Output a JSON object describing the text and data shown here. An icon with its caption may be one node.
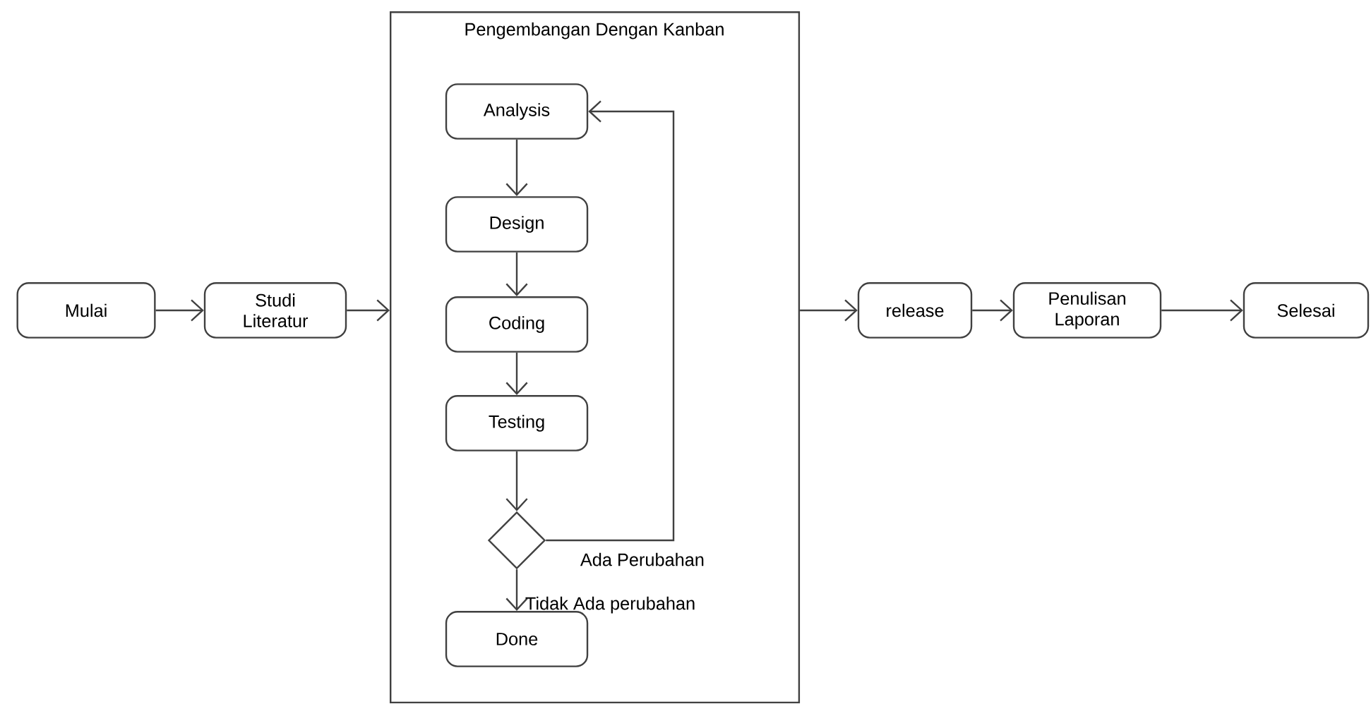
{
  "diagram": {
    "nodes": [
      {
        "text": [
          "Mulai"
        ]
      },
      {
        "text": [
          "Studi Literatur"
        ]
      },
      {
        "text": [
          "Pengembangan Dengan Kanban"
        ]
      },
      {
        "text": [
          "Analysis"
        ],
        "in": 2
      },
      {
        "text": [
          "Design"
        ],
        "in": 2
      },
      {
        "text": [
          "Coding"
        ],
        "in": 2
      },
      {
        "text": [
          "Testing"
        ],
        "in": 2
      },
      {
        "text": [],
        "shape": "diamond",
        "in": 2
      },
      {
        "text": [
          "Done"
        ],
        "in": 2
      },
      {
        "text": [
          "release"
        ]
      },
      {
        "text": [
          "Penulisan Laporan"
        ]
      },
      {
        "text": [
          "Selesai"
        ]
      }
    ],
    "edges": [
      {
        "from": 0,
        "to": 1,
        "arrow": "to"
      },
      {
        "from": 1,
        "to": 2,
        "arrow": "to"
      },
      {
        "from": 3,
        "to": 4,
        "arrow": "to"
      },
      {
        "from": 4,
        "to": 5,
        "arrow": "to"
      },
      {
        "from": 5,
        "to": 6,
        "arrow": "to"
      },
      {
        "from": 6,
        "to": 7,
        "arrow": "to"
      },
      {
        "from": 7,
        "to": 3,
        "arrow": "to",
        "label": "Ada Perubahan"
      },
      {
        "from": 7,
        "to": 8,
        "arrow": "to",
        "label": "Tidak Ada perubahan"
      },
      {
        "from": 2,
        "to": 9,
        "arrow": "to"
      },
      {
        "from": 9,
        "to": 10,
        "arrow": "to"
      },
      {
        "from": 10,
        "to": 11,
        "arrow": "to"
      }
    ]
  }
}
